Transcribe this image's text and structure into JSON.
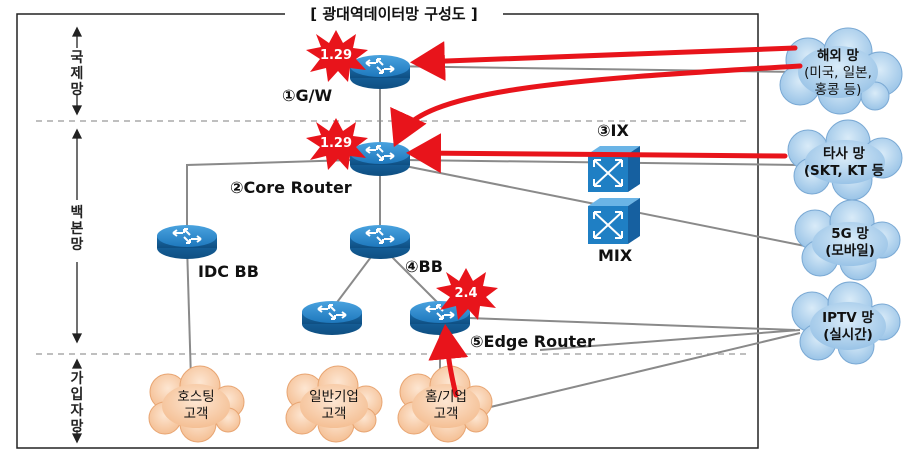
{
  "title": "[ 광대역데이터망 구성도 ]",
  "sections": {
    "international": "국제망",
    "backbone": "백본망",
    "subscriber": "가입자망"
  },
  "nodes": {
    "gw": "①G/W",
    "core": "②Core Router",
    "ix": "③IX",
    "bb": "④BB",
    "edge": "⑤Edge Router",
    "idc": "IDC BB",
    "mix": "MIX"
  },
  "bursts": {
    "gw": "1.29",
    "core": "1.29",
    "edge": "2.4"
  },
  "clouds": {
    "overseas": [
      "해외 망",
      "(미국, 일본,",
      "홍콩 등)"
    ],
    "other_carrier": [
      "타사 망",
      "(SKT, KT 등"
    ],
    "fiveg": [
      "5G 망",
      "(모바일)"
    ],
    "iptv": [
      "IPTV 망",
      "(실시간)"
    ],
    "hosting": [
      "호스팅",
      "고객"
    ],
    "enterprise": [
      "일반기업",
      "고객"
    ],
    "home": [
      "홈/기업",
      "고객"
    ]
  },
  "colors": {
    "router": "#1f7fc4",
    "arrow": "#e8141b",
    "cloud_blue": "#9cc7ea",
    "cloud_orange": "#f6c7a1"
  }
}
